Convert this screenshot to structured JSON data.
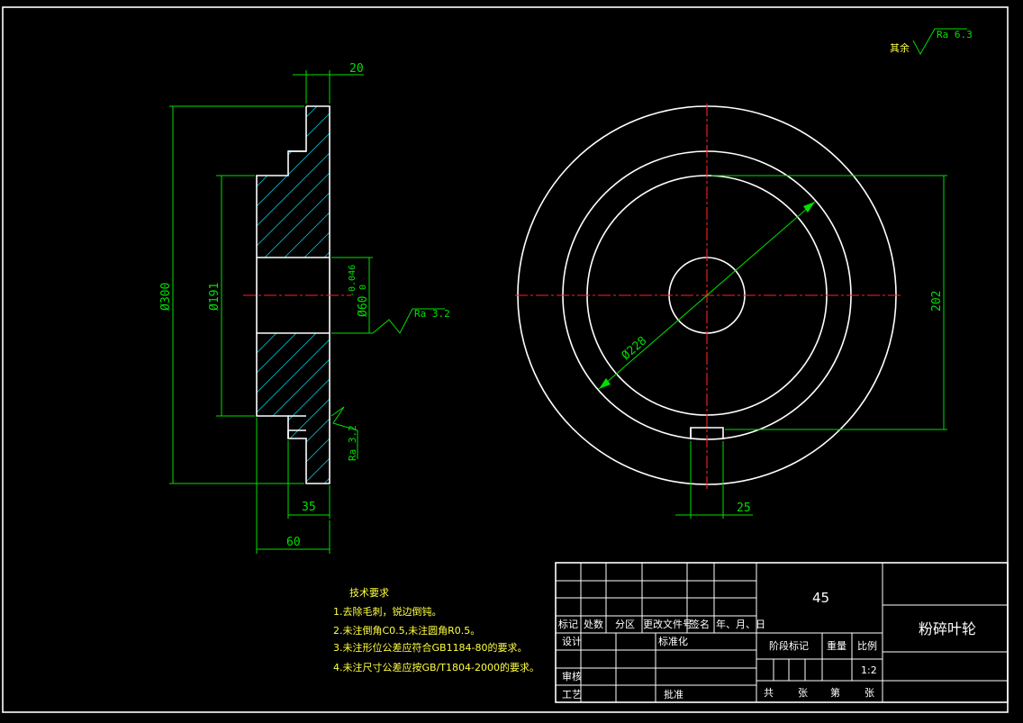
{
  "dims": {
    "top_width": "20",
    "outer_dia": "Ø300",
    "step_dia": "Ø191",
    "bore_dia": "Ø60",
    "bore_tol": "-0.046",
    "bore_tol0": "0",
    "hub_width": "35",
    "total_width": "60",
    "pcd_dia": "Ø228",
    "height_202": "202",
    "slot_width": "25"
  },
  "roughness": {
    "general": "其余",
    "general_value": "Ra 6.3",
    "bore": "Ra 3.2",
    "face": "Ra 3.2"
  },
  "notes": {
    "title": "技术要求",
    "items": [
      "1.去除毛刺，锐边倒钝。",
      "2.未注倒角C0.5,未注圆角R0.5。",
      "3.未注形位公差应符合GB1184-80的要求。",
      "4.未注尺寸公差应按GB/T1804-2000的要求。"
    ]
  },
  "title_block": {
    "material": "45",
    "part_name": "粉碎叶轮",
    "rev_headers": [
      "标记",
      "处数",
      "分区",
      "更改文件号",
      "签名",
      "年、月、日"
    ],
    "design": "设计",
    "standardize": "标准化",
    "review": "审核",
    "process": "工艺",
    "approve": "批准",
    "stage_mark": "阶段标记",
    "weight": "重量",
    "scale": "比例",
    "scale_value": "1:2",
    "total_sheets": "共",
    "sheets": "张",
    "sheet_no": "第",
    "sheet_unit": "张"
  }
}
